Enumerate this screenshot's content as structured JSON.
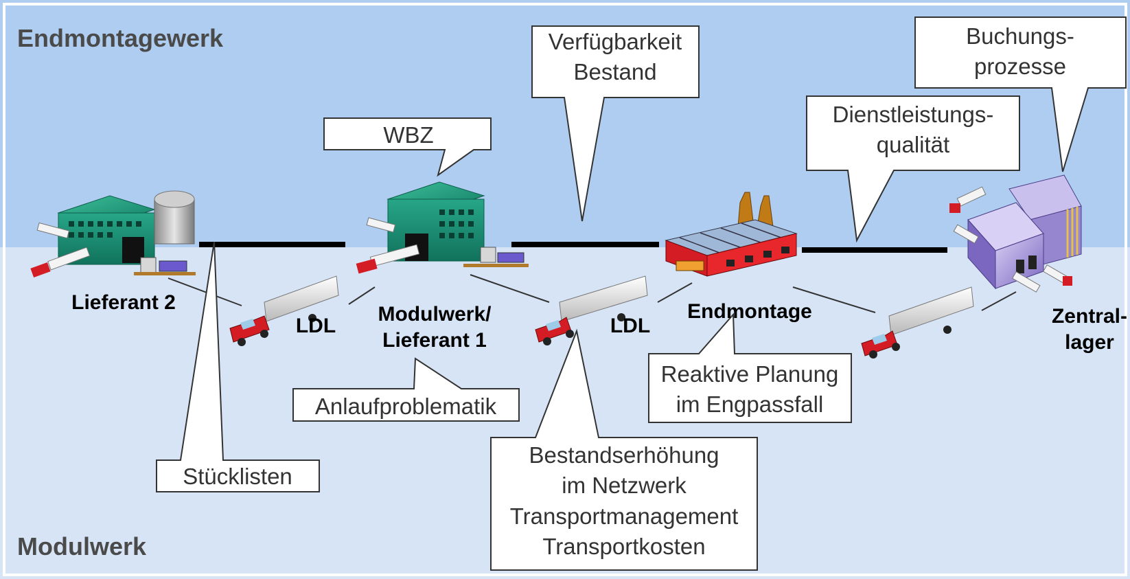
{
  "regions": {
    "top_label": "Endmontagewerk",
    "bottom_label": "Modulwerk"
  },
  "nodes": {
    "lieferant2": "Lieferant 2",
    "ldl_1": "LDL",
    "modulwerk_line1": "Modulwerk/",
    "modulwerk_line2": "Lieferant 1",
    "ldl_2": "LDL",
    "endmontage": "Endmontage",
    "zentrallager_line1": "Zentral-",
    "zentrallager_line2": "lager"
  },
  "callouts": {
    "wbz": "WBZ",
    "verfuegbarkeit_line1": "Verfügbarkeit",
    "verfuegbarkeit_line2": "Bestand",
    "buchung_line1": "Buchungs-",
    "buchung_line2": "prozesse",
    "dienst_line1": "Dienstleistungs-",
    "dienst_line2": "qualität",
    "anlauf": "Anlaufproblematik",
    "stuecklisten": "Stücklisten",
    "reaktiv_line1": "Reaktive Planung",
    "reaktiv_line2": "im Engpassfall",
    "bestand_line1": "Bestandserhöhung",
    "bestand_line2": "im Netzwerk",
    "bestand_line3": "Transportmanagement",
    "bestand_line4": "Transportkosten"
  },
  "colors": {
    "top_band": "#aecdf0",
    "bottom_band": "#d6e4f5",
    "factory_green": "#1f9a7f",
    "truck_red": "#d41c24",
    "warehouse_purple": "#a79ad6"
  }
}
